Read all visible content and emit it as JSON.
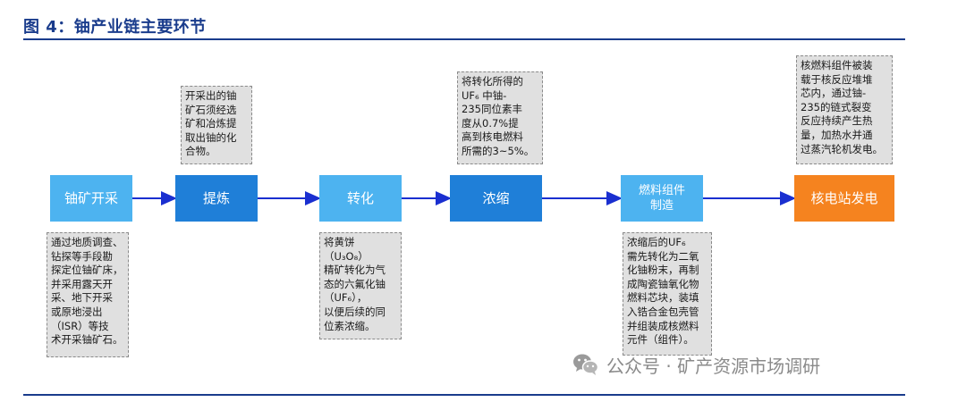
{
  "title": "图 4：铀产业链主要环节",
  "steps": [
    {
      "label": "铀矿开采"
    },
    {
      "label": "提炼"
    },
    {
      "label": "转化"
    },
    {
      "label": "浓缩"
    },
    {
      "label": "燃料组件\n制造"
    },
    {
      "label": "核电站发电"
    }
  ],
  "notes": {
    "extract": "开采出的铀\n矿石须经选\n矿和冶炼提\n取出铀的化\n合物。",
    "enrich": "将转化所得的\nUF₆ 中铀-\n235同位素丰\n度从0.7%提\n高到核电燃料\n所需的3~5%。",
    "power": "核燃料组件被装\n载于核反应堆堆\n芯内，通过铀-\n235的链式裂变\n反应持续产生热\n量，加热水并通\n过蒸汽轮机发电。",
    "mining": "通过地质调查、\n钻探等手段勘\n探定位铀矿床，\n并采用露天开\n采、地下开采\n或原地浸出\n（ISR）等技\n术开采铀矿石。",
    "convert": "将黄饼\n（U₃O₈）\n精矿转化为气\n态的六氟化铀\n（UF₆），\n以便后续的同\n位素浓缩。",
    "fuel": "浓缩后的UF₆\n需先转化为二氧\n化铀粉末，再制\n成陶瓷铀氧化物\n燃料芯块，装填\n入锆合金包壳管\n并组装成核燃料\n元件（组件）。"
  },
  "watermark": {
    "text": "公众号 · 矿产资源市场调研",
    "icon": "wechat-icon"
  },
  "colors": {
    "title": "#1a3c8c",
    "light_step": "#4db3f0",
    "dark_step": "#1f7fd8",
    "power_step": "#f5831f",
    "arrow": "#1a2fd0",
    "note_bg": "#e0e0e0"
  }
}
